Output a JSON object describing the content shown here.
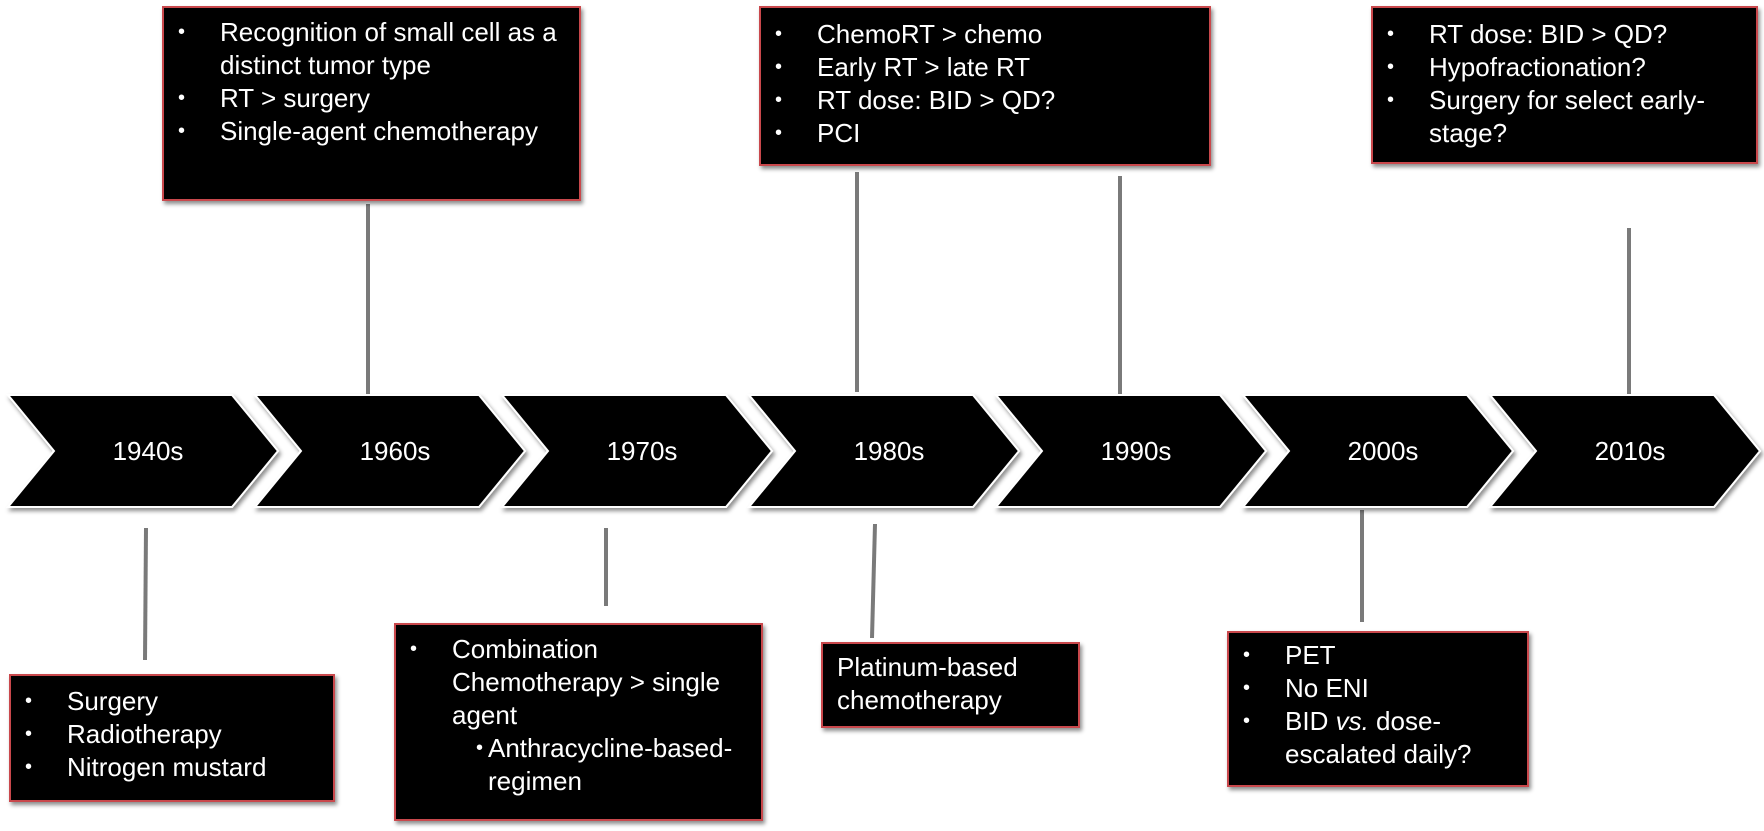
{
  "timeline": {
    "decades": [
      "1940s",
      "1960s",
      "1970s",
      "1980s",
      "1990s",
      "2000s",
      "2010s"
    ]
  },
  "notes": {
    "1940s": [
      "Surgery",
      "Radiotherapy",
      "Nitrogen mustard"
    ],
    "1960s": [
      "Recognition of small cell as a distinct tumor type",
      "RT > surgery",
      "Single-agent chemotherapy"
    ],
    "1970s": [
      "Combination Chemotherapy > single agent",
      "Anthracycline-based-regimen"
    ],
    "1980s_top": [
      "ChemoRT > chemo",
      "Early RT > late RT",
      "RT dose:  BID > QD?",
      "PCI"
    ],
    "1980s_bottom": "Platinum-based chemotherapy",
    "2000s": [
      "PET",
      "No ENI",
      "BID",
      "vs.",
      "dose-escalated daily?"
    ],
    "2010s": [
      "RT dose:  BID > QD?",
      "Hypofractionation?",
      "Surgery for select early-stage?"
    ]
  },
  "colors": {
    "arrow_fill": "#000000",
    "box_fill": "#000000",
    "box_border": "#c9484c",
    "connector": "#7a7a7a",
    "text": "#ffffff"
  }
}
